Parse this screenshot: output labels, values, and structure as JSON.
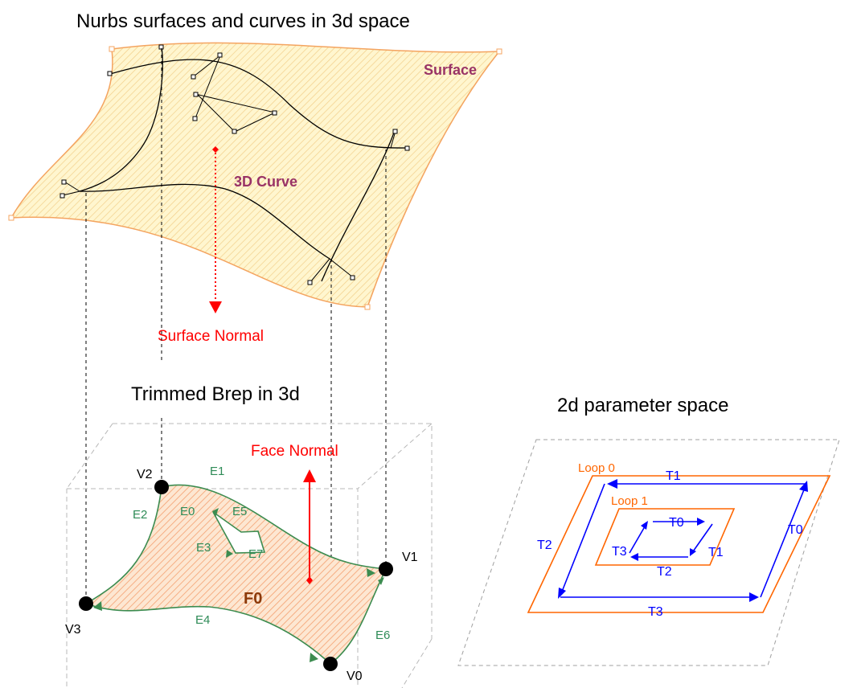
{
  "titles": {
    "top": "Nurbs surfaces and curves in 3d space",
    "middle": "Trimmed Brep in 3d",
    "right": "2d parameter space"
  },
  "labels": {
    "surface": "Surface",
    "curve3d": "3D Curve",
    "surface_normal": "Surface Normal",
    "face_normal": "Face Normal",
    "face": "F0"
  },
  "vertices": [
    "V0",
    "V1",
    "V2",
    "V3"
  ],
  "edges": [
    "E0",
    "E1",
    "E2",
    "E3",
    "E4",
    "E5",
    "E6",
    "E7"
  ],
  "loops": [
    "Loop 0",
    "Loop 1"
  ],
  "outer_trims": [
    "T0",
    "T1",
    "T2",
    "T3"
  ],
  "inner_trims": [
    "T0",
    "T1",
    "T2",
    "T3"
  ],
  "colors": {
    "surface_fill": "#fff3c8",
    "surface_edge": "#f4a460",
    "face_fill": "#fbd9b7",
    "face_edge": "#3c8c50",
    "normal": "#ff0000",
    "loop": "#ff6600",
    "trim": "#0000ff"
  }
}
